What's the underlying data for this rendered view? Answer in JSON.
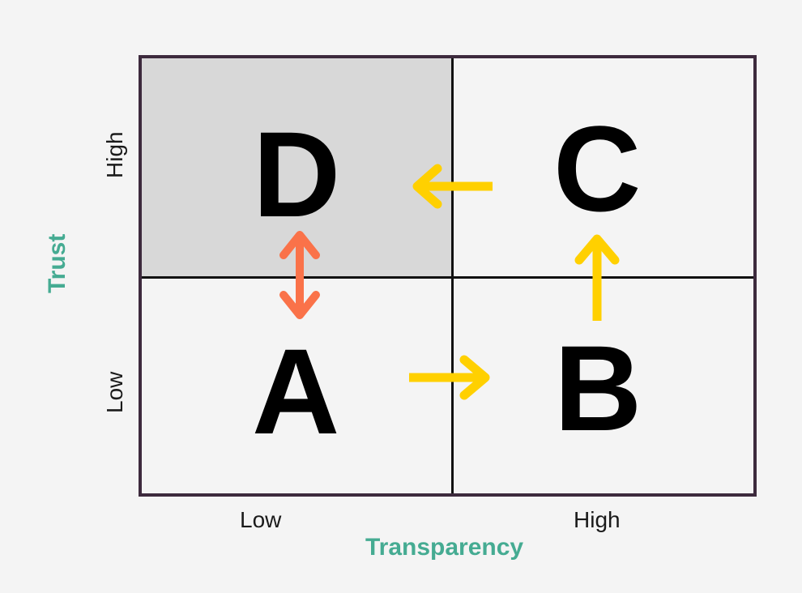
{
  "diagram": {
    "type": "2x2-matrix",
    "background_color": "#f4f4f4",
    "frame_color": "#3d2a3d",
    "divider_color": "#111111",
    "highlight_fill": "#d8d8d8",
    "accent_color": "#45ab92",
    "arrow_yellow": "#ffd000",
    "arrow_orange": "#fa7249"
  },
  "axes": {
    "x": {
      "title": "Transparency",
      "ticks": [
        "Low",
        "High"
      ]
    },
    "y": {
      "title": "Trust",
      "ticks": [
        "Low",
        "High"
      ]
    }
  },
  "quadrants": [
    {
      "label": "A",
      "x": "Low",
      "y": "Low",
      "highlighted": false
    },
    {
      "label": "B",
      "x": "High",
      "y": "Low",
      "highlighted": false
    },
    {
      "label": "C",
      "x": "High",
      "y": "High",
      "highlighted": false
    },
    {
      "label": "D",
      "x": "Low",
      "y": "High",
      "highlighted": true
    }
  ],
  "arrows": [
    {
      "name": "arrow-c-to-d",
      "direction": "left",
      "color": "#ffd000"
    },
    {
      "name": "arrow-d-a-two-way",
      "direction": "updown",
      "color": "#fa7249"
    },
    {
      "name": "arrow-b-to-c",
      "direction": "up",
      "color": "#ffd000"
    },
    {
      "name": "arrow-a-to-b",
      "direction": "right",
      "color": "#ffd000"
    }
  ],
  "chart_data": {
    "type": "scatter",
    "title": "",
    "xlabel": "Transparency",
    "ylabel": "Trust",
    "xticks": [
      "Low",
      "High"
    ],
    "yticks": [
      "Low",
      "High"
    ],
    "grid": true,
    "legend": "none",
    "cells": [
      {
        "label": "A",
        "x": "Low",
        "y": "Low",
        "fill": "#f4f4f4"
      },
      {
        "label": "B",
        "x": "High",
        "y": "Low",
        "fill": "#f4f4f4"
      },
      {
        "label": "C",
        "x": "High",
        "y": "High",
        "fill": "#f4f4f4"
      },
      {
        "label": "D",
        "x": "Low",
        "y": "High",
        "fill": "#d8d8d8"
      }
    ],
    "transitions": [
      {
        "from": "A",
        "to": "B",
        "color": "#ffd000",
        "style": "single"
      },
      {
        "from": "B",
        "to": "C",
        "color": "#ffd000",
        "style": "single"
      },
      {
        "from": "C",
        "to": "D",
        "color": "#ffd000",
        "style": "single"
      },
      {
        "from": "D",
        "to": "A",
        "color": "#fa7249",
        "style": "double"
      }
    ]
  }
}
